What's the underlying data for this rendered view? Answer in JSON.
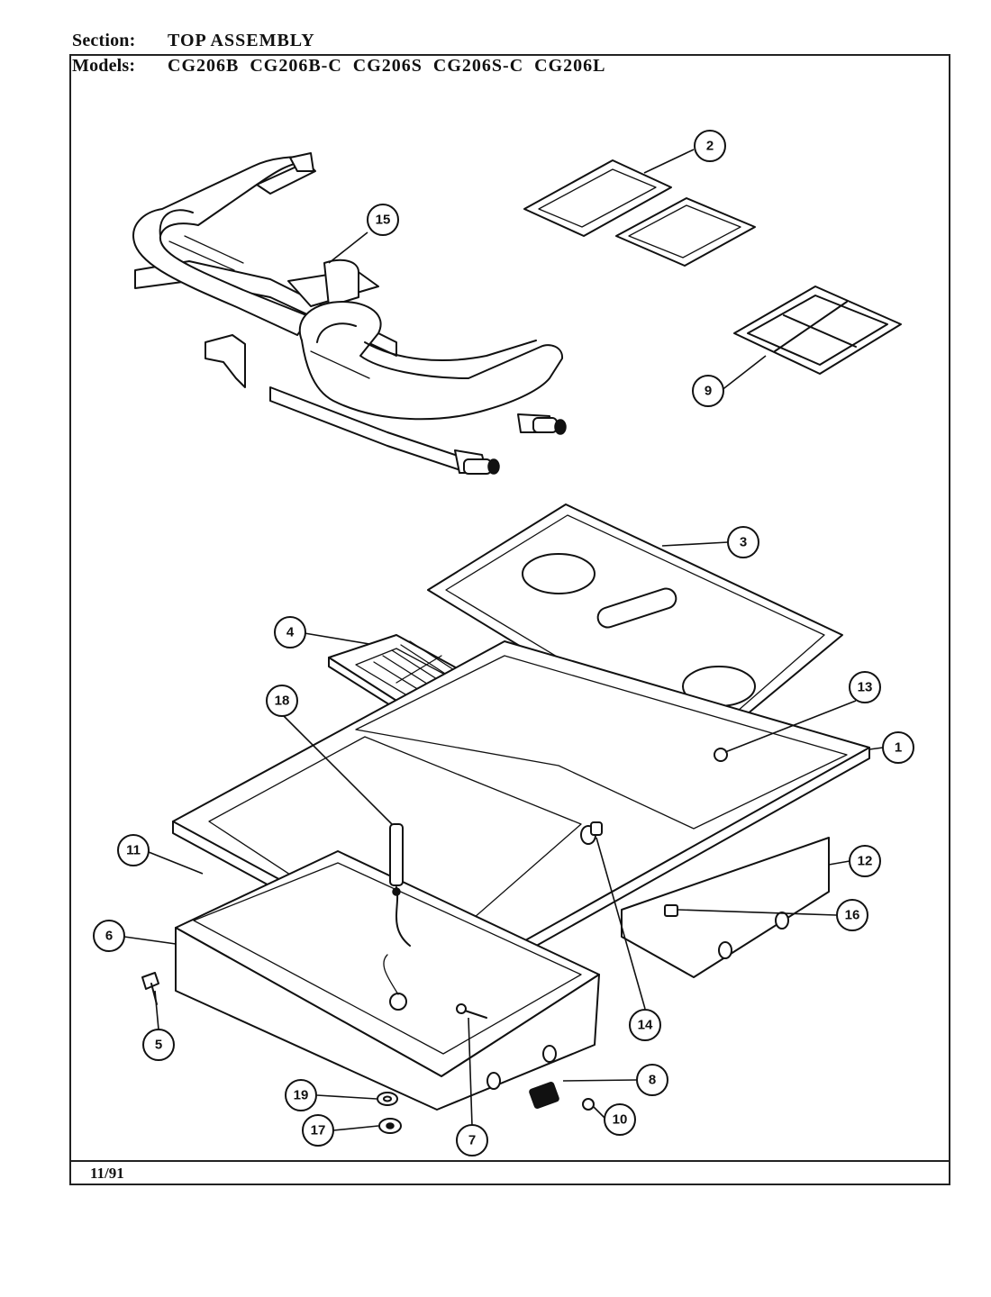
{
  "header": {
    "section_label": "Section:",
    "section_value": "TOP ASSEMBLY",
    "models_label": "Models:",
    "models_value": "CG206B  CG206B-C  CG206S  CG206S-C  CG206L"
  },
  "footer": {
    "date": "11/91"
  },
  "callouts": [
    "1",
    "2",
    "3",
    "4",
    "5",
    "6",
    "7",
    "8",
    "9",
    "10",
    "11",
    "12",
    "13",
    "14",
    "15",
    "16",
    "17",
    "18",
    "19"
  ]
}
